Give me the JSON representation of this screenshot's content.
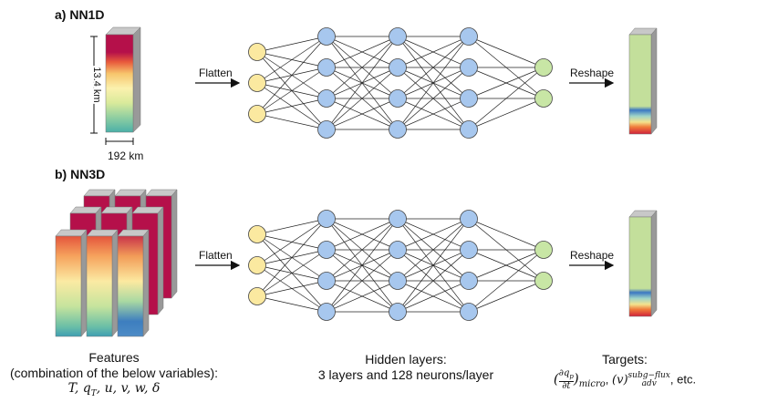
{
  "panel_a": {
    "title": "a) NN1D",
    "height_label": "13.4 km",
    "width_label": "192 km",
    "flatten_label": "Flatten",
    "reshape_label": "Reshape"
  },
  "panel_b": {
    "title": "b) NN3D",
    "flatten_label": "Flatten",
    "reshape_label": "Reshape"
  },
  "captions": {
    "features_title": "Features",
    "features_sub": "(combination of the below variables):",
    "features_vars": "T, q_T, u, v, w, δ",
    "hidden_title": "Hidden layers:",
    "hidden_sub": "3 layers and 128 neurons/layer",
    "targets_title": "Targets:",
    "targets_formula": "(∂q_p/∂t)_micro, (v)_adv^subg−flux, etc."
  },
  "network": {
    "layers": [
      3,
      4,
      4,
      4,
      2
    ]
  },
  "colors": {
    "input_node": "#fbe9a0",
    "hidden_node": "#a7c7ee",
    "output_node": "#c8e6a5",
    "node_stroke": "#444444",
    "edge": "#222222",
    "column_side": "#9a9a9a",
    "target_body": "#c3df9b"
  }
}
